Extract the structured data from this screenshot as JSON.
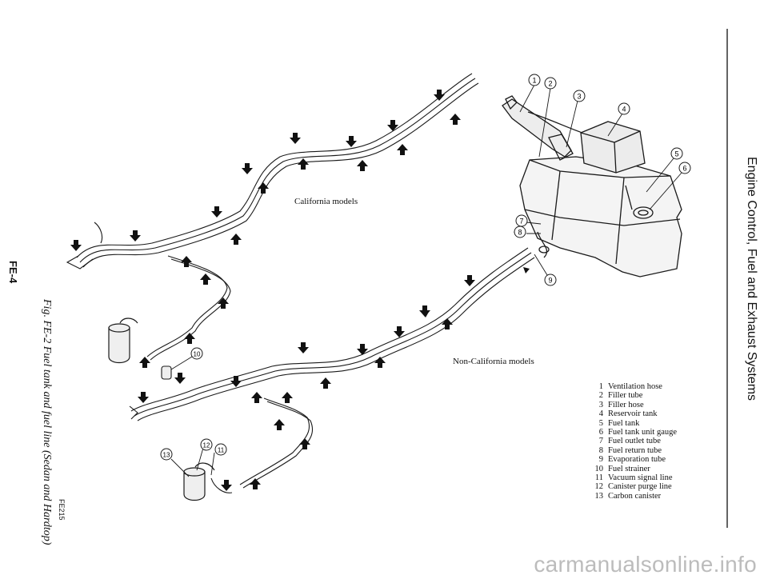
{
  "header": {
    "side_title": "Engine Control, Fuel and Exhaust Systems",
    "page_number": "FE-4"
  },
  "figure": {
    "caption": "Fig. FE-2 Fuel tank and fuel line (Sedan and Hardtop)",
    "code": "FE215"
  },
  "diagram": {
    "labels": {
      "california": "California models",
      "non_california": "Non-California models"
    },
    "callouts": [
      "1",
      "2",
      "3",
      "4",
      "5",
      "6",
      "7",
      "8",
      "9",
      "10",
      "11",
      "12",
      "13"
    ]
  },
  "legend": [
    {
      "num": "1",
      "text": "Ventilation hose"
    },
    {
      "num": "2",
      "text": "Filler tube"
    },
    {
      "num": "3",
      "text": "Filler hose"
    },
    {
      "num": "4",
      "text": "Reservoir tank"
    },
    {
      "num": "5",
      "text": "Fuel tank"
    },
    {
      "num": "6",
      "text": "Fuel tank unit gauge"
    },
    {
      "num": "7",
      "text": "Fuel outlet tube"
    },
    {
      "num": "8",
      "text": "Fuel return tube"
    },
    {
      "num": "9",
      "text": "Evaporation tube"
    },
    {
      "num": "10",
      "text": "Fuel strainer"
    },
    {
      "num": "11",
      "text": "Vacuum signal line"
    },
    {
      "num": "12",
      "text": "Canister purge line"
    },
    {
      "num": "13",
      "text": "Carbon canister"
    }
  ],
  "footer": {
    "watermark": "carmanualsonline.info"
  }
}
